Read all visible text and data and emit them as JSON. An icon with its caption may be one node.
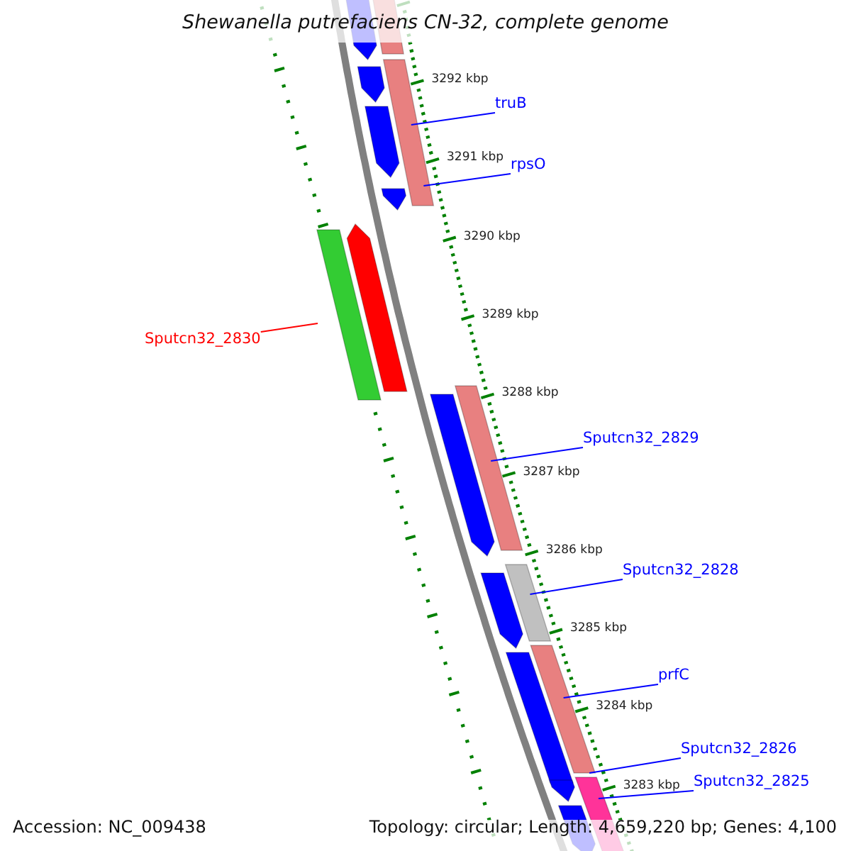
{
  "diagram": {
    "title": "Shewanella putrefaciens CN-32, complete genome",
    "nodes": [
      {
        "text": [
          "truB"
        ]
      },
      {
        "text": [
          "rpsO"
        ]
      },
      {
        "text": [
          "Sputcn32_2830"
        ]
      },
      {
        "text": [
          "Sputcn32_2829"
        ]
      },
      {
        "text": [
          "Sputcn32_2828"
        ]
      },
      {
        "text": [
          "prfC"
        ]
      },
      {
        "text": [
          "Sputcn32_2826"
        ]
      },
      {
        "text": [
          "Sputcn32_2825"
        ]
      }
    ],
    "edges": [
      {
        "from": 0,
        "to": null,
        "arrow": "none"
      },
      {
        "from": 1,
        "to": null,
        "arrow": "none"
      },
      {
        "from": 2,
        "to": null,
        "arrow": "none",
        "color": "#ff0000"
      },
      {
        "from": 3,
        "to": null,
        "arrow": "none"
      },
      {
        "from": 4,
        "to": null,
        "arrow": "none"
      },
      {
        "from": 5,
        "to": null,
        "arrow": "none"
      },
      {
        "from": 6,
        "to": null,
        "arrow": "none"
      },
      {
        "from": 7,
        "to": null,
        "arrow": "none"
      }
    ],
    "labels": [
      "3292 kbp",
      "3291 kbp",
      "3290 kbp",
      "3289 kbp",
      "3288 kbp",
      "3287 kbp",
      "3286 kbp",
      "3285 kbp",
      "3284 kbp",
      "3283 kbp",
      "Accession: NC_009438",
      "Topology: circular; Length: 4,659,220 bp; Genes: 4,100"
    ]
  }
}
